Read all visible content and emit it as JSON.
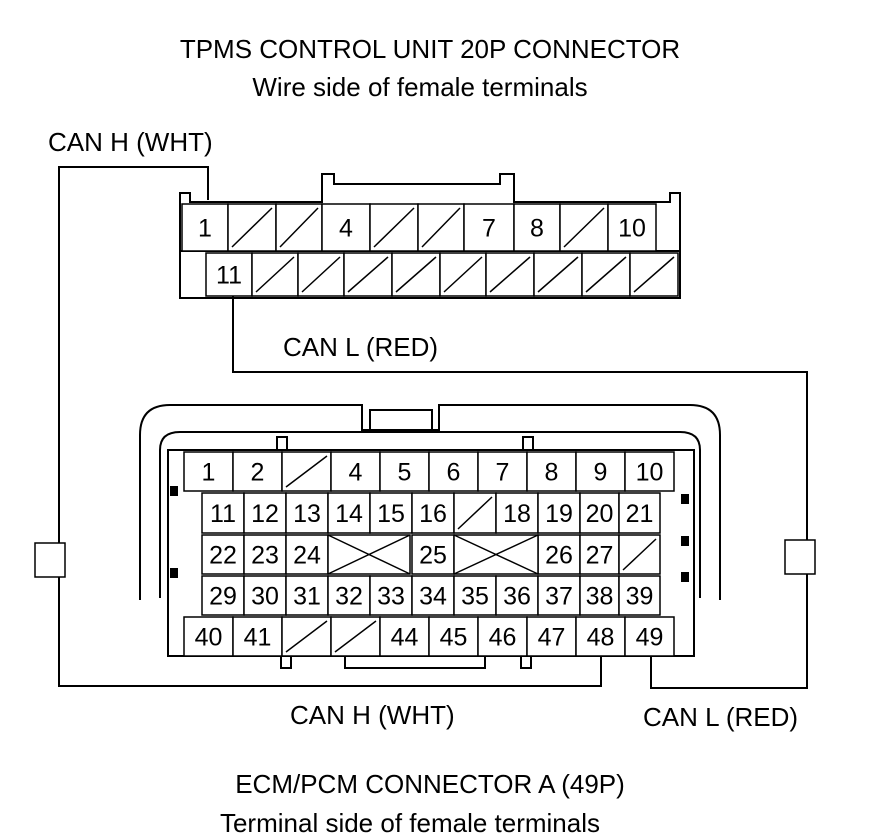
{
  "titles": {
    "top_title": "TPMS CONTROL UNIT 20P CONNECTOR",
    "top_subtitle": "Wire side of female terminals",
    "bottom_title": "ECM/PCM CONNECTOR A (49P)",
    "bottom_subtitle": "Terminal side of female terminals"
  },
  "wire_labels": {
    "can_h_top": "CAN H (WHT)",
    "can_l_top": "CAN L (RED)",
    "can_h_bottom": "CAN H (WHT)",
    "can_l_bottom": "CAN L (RED)"
  },
  "tpms_connector": {
    "row1": [
      "1",
      "",
      "",
      "4",
      "",
      "",
      "7",
      "8",
      "",
      "10"
    ],
    "row2": [
      "11",
      "",
      "",
      "",
      "",
      "",
      "",
      "",
      "",
      ""
    ]
  },
  "ecm_connector": {
    "row1": [
      "1",
      "2",
      "",
      "4",
      "5",
      "6",
      "7",
      "8",
      "9",
      "10"
    ],
    "row2": [
      "11",
      "12",
      "13",
      "14",
      "15",
      "16",
      "",
      "18",
      "19",
      "20",
      "21"
    ],
    "row3": [
      "22",
      "23",
      "24",
      "25",
      "26",
      "27"
    ],
    "row4": [
      "29",
      "30",
      "31",
      "32",
      "33",
      "34",
      "35",
      "36",
      "37",
      "38",
      "39"
    ],
    "row5": [
      "40",
      "41",
      "",
      "",
      "44",
      "45",
      "46",
      "47",
      "48",
      "49"
    ]
  }
}
